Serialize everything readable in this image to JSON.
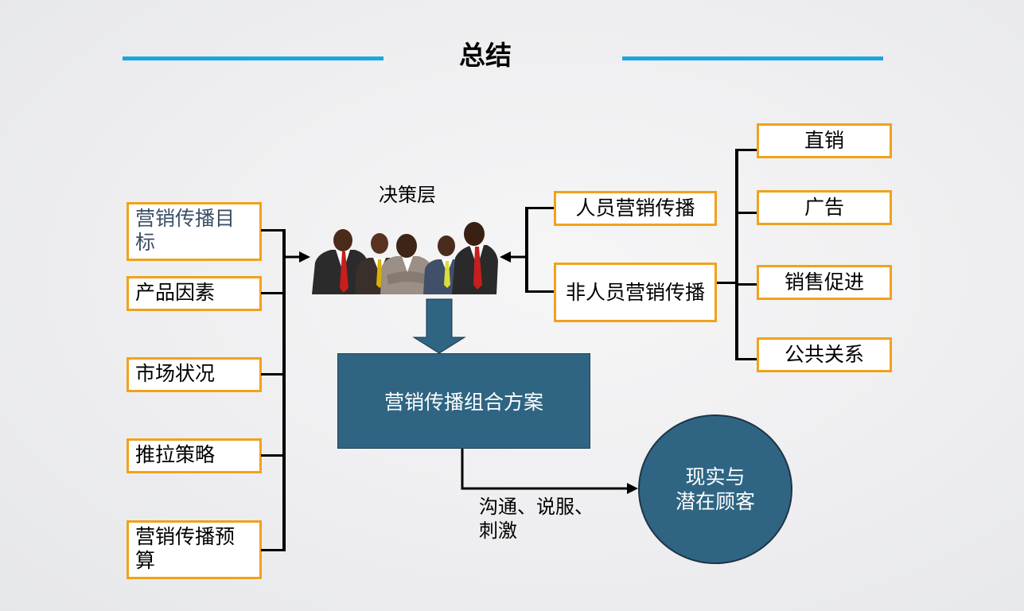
{
  "title": "总结",
  "decision_label": "决策层",
  "left_factors": [
    {
      "label": "营销传播目标"
    },
    {
      "label": "产品因素"
    },
    {
      "label": "市场状况"
    },
    {
      "label": "推拉策略"
    },
    {
      "label": "营销传播预算"
    }
  ],
  "right_channels": [
    {
      "label": "人员营销传播"
    },
    {
      "label": "非人员营销传播"
    }
  ],
  "non_personal_tools": [
    {
      "label": "直销"
    },
    {
      "label": "广告"
    },
    {
      "label": "销售促进"
    },
    {
      "label": "公共关系"
    }
  ],
  "plan_label": "营销传播组合方案",
  "flow_label_line1": "沟通、说服、",
  "flow_label_line2": "刺激",
  "customer_line1": "现实与",
  "customer_line2": "潜在顾客",
  "colors": {
    "accent_line": "#1aa6e0",
    "box_border": "#f0a21c",
    "node_fill": "#2f6583"
  }
}
